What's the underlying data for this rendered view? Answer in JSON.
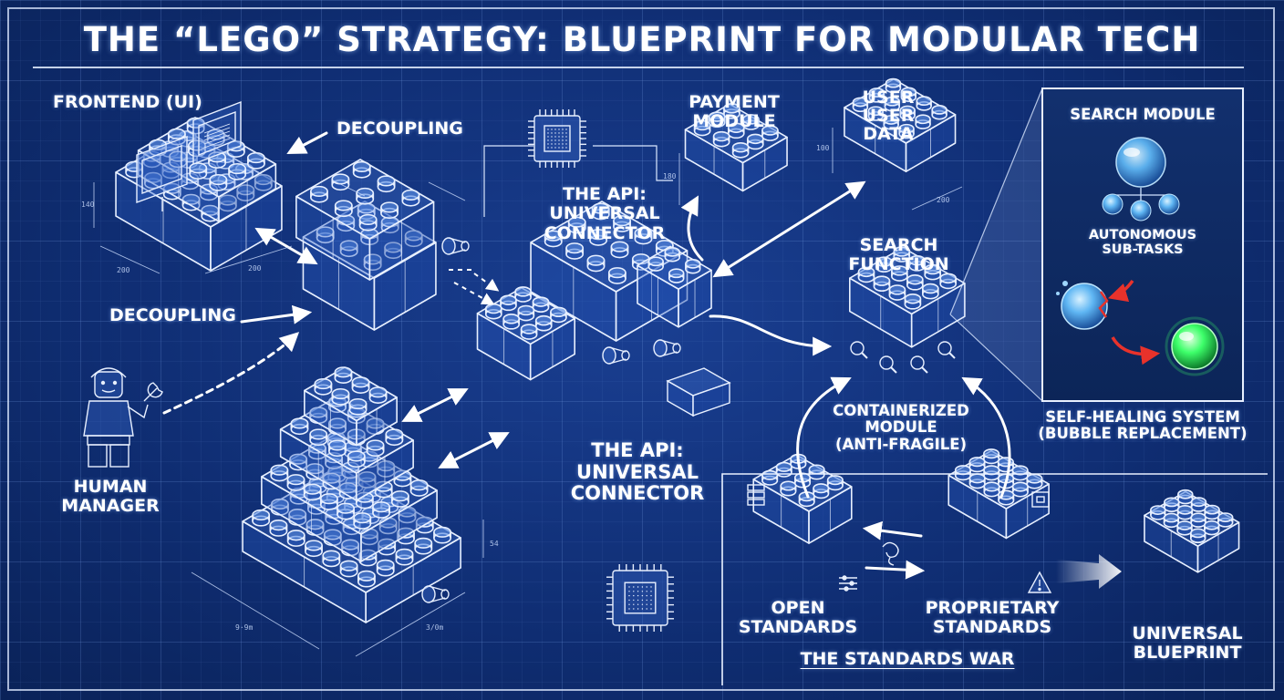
{
  "title": "THE “LEGO” STRATEGY: BLUEPRINT FOR MODULAR TECH",
  "labels": {
    "frontend": "FRONTEND (UI)",
    "decoupling_top": "DECOUPLING",
    "decoupling_left": "DECOUPLING",
    "human_manager": [
      "HUMAN",
      "MANAGER"
    ],
    "payment_module": [
      "PAYMENT",
      "MODULE"
    ],
    "user_data": [
      "USER",
      "USER",
      "DATA"
    ],
    "api_top": [
      "THE API:",
      "UNIVERSAL",
      "CONNECTOR"
    ],
    "api_bottom": [
      "THE API:",
      "UNIVERSAL",
      "CONNECTOR"
    ],
    "search_function": [
      "SEARCH",
      "FUNCTION"
    ],
    "containerized_module": [
      "CONTAINERIZED",
      "MODULE",
      "(ANTI-FRAGILE)"
    ],
    "open_standards": [
      "OPEN",
      "STANDARDS"
    ],
    "proprietary_standards": [
      "PROPRIETARY",
      "STANDARDS"
    ],
    "standards_war": "THE STANDARDS WAR",
    "universal_blueprint": [
      "UNIVERSAL",
      "BLUEPRINT"
    ]
  },
  "inset": {
    "title": "SEARCH MODULE",
    "sub_tasks": [
      "AUTONOMOUS",
      "SUB-TASKS"
    ],
    "caption": [
      "SELF-HEALING SYSTEM",
      "(BUBBLE REPLACEMENT)"
    ]
  },
  "dimensions": {
    "frontend_height": "140",
    "frontend_width": "200",
    "frontend_depth": "200",
    "payment_height": "180",
    "user_height": "100",
    "user_width": "200",
    "base_height": "54 ",
    "base_width": "9·9m",
    "base_depth": "3/0m"
  },
  "colors": {
    "background": "#0f2d72",
    "line": "#e8f0ff",
    "bubble_blue": "#6ec3ff",
    "bubble_green": "#3dff6a",
    "arrow_red": "#e8322b"
  },
  "icons": [
    "microchip-icon",
    "monitor-icon",
    "wrench-icon",
    "magnifier-icon",
    "warning-icon",
    "handshake-icon"
  ]
}
